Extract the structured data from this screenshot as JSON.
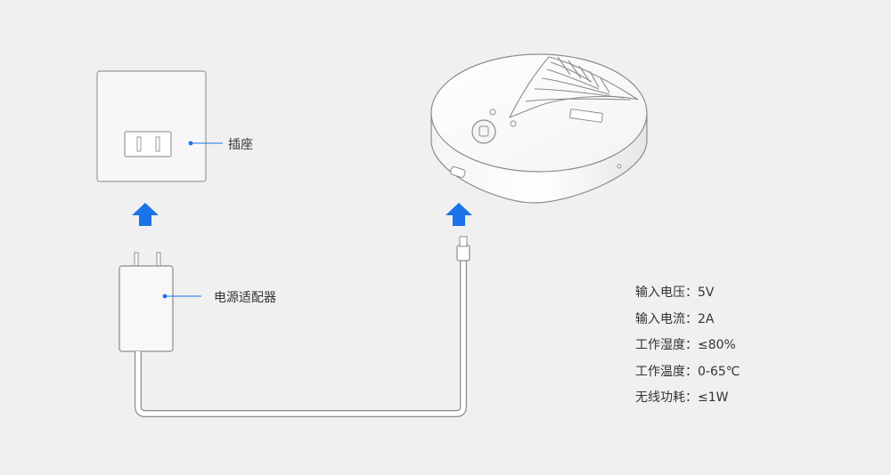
{
  "labels": {
    "socket": "插座",
    "adapter": "电源适配器"
  },
  "specs": [
    {
      "name": "输入电压",
      "value": "5V"
    },
    {
      "name": "输入电流",
      "value": "2A"
    },
    {
      "name": "工作湿度",
      "value": "≤80%"
    },
    {
      "name": "工作温度",
      "value": "0-65℃"
    },
    {
      "name": "无线功耗",
      "value": "≤1W"
    }
  ],
  "colors": {
    "arrow": "#1a73e8",
    "outline": "#8c8c8c",
    "text": "#333333",
    "background": "#f0f0f0"
  },
  "icons": [
    "up-arrow-icon",
    "wall-socket",
    "power-adapter",
    "gateway-device",
    "usb-cable"
  ]
}
